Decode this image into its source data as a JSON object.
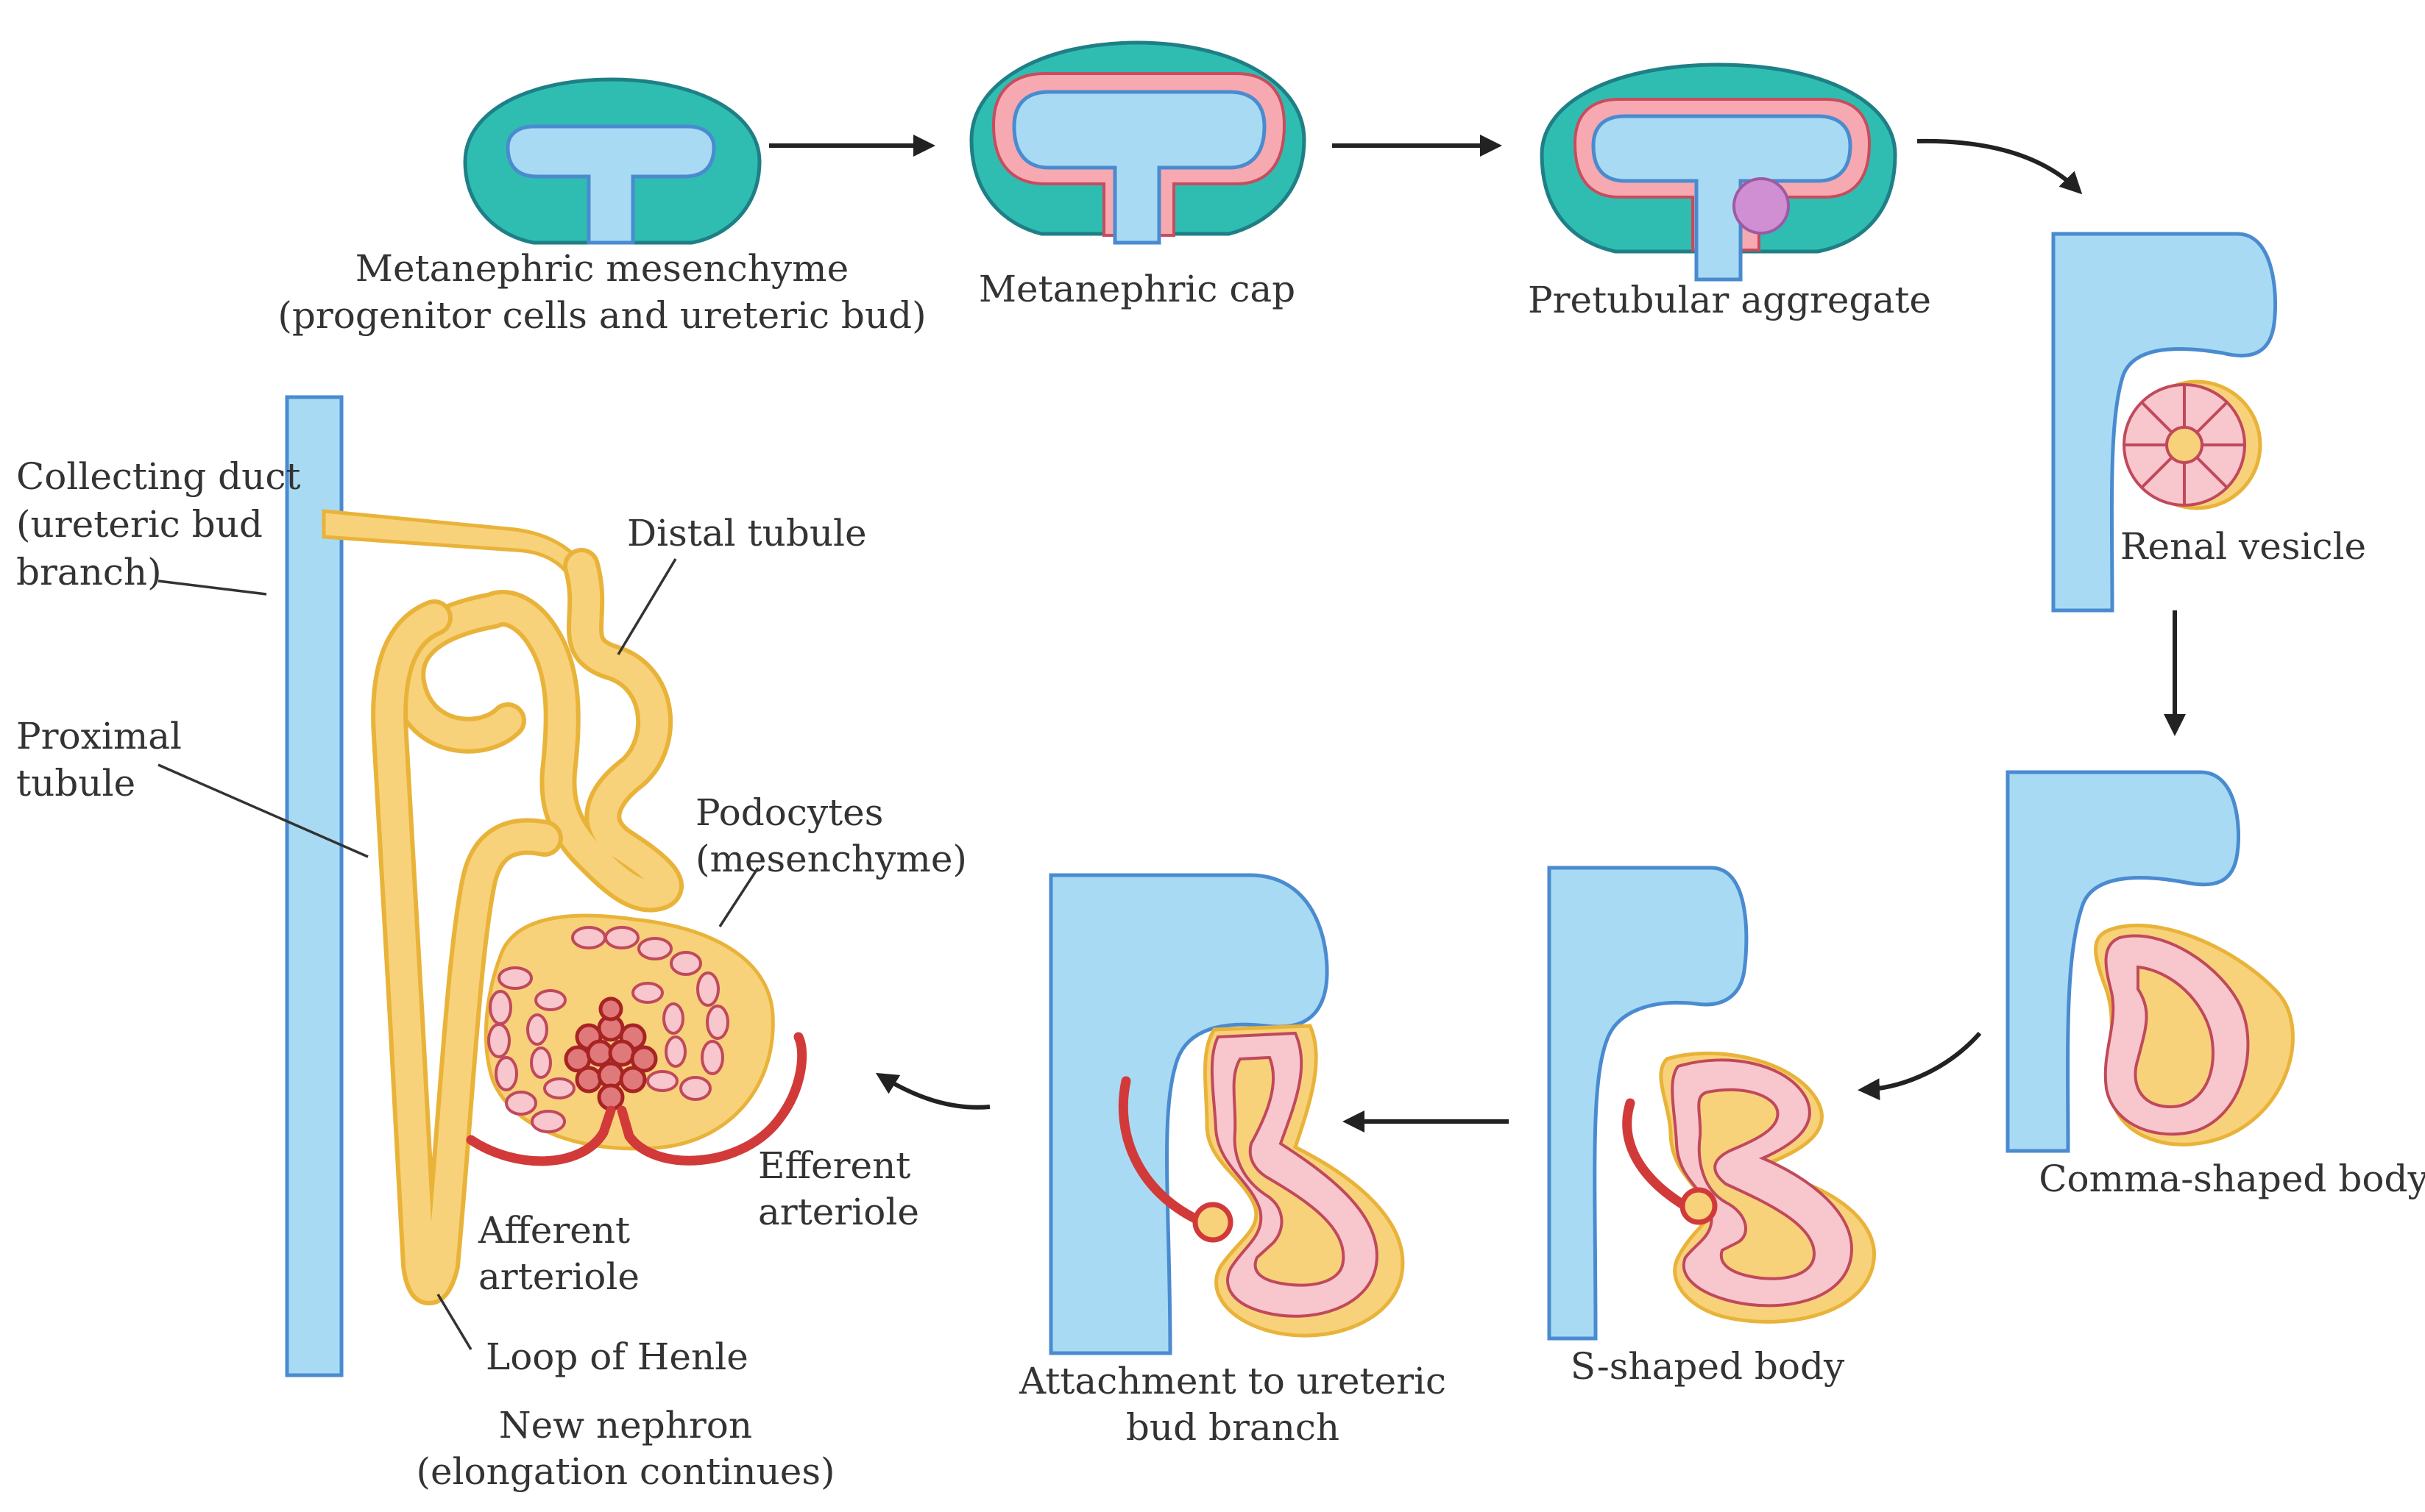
{
  "colors": {
    "mesenchyme": "#2fbdb2",
    "cap": "#f6a9b0",
    "ureteric_bud": "#a8dbf3",
    "tubule": "#f8d27a",
    "cells": "#f8c6cd",
    "vessels": "#d23a3a",
    "aggregate": "#cf8fd2"
  },
  "stages": {
    "mesenchyme": [
      "Metanephric mesenchyme",
      "(progenitor cells and ureteric bud)"
    ],
    "cap": "Metanephric cap",
    "aggregate": "Pretubular aggregate",
    "vesicle": "Renal vesicle",
    "comma": "Comma-shaped body",
    "s_shaped": "S-shaped body",
    "attachment": [
      "Attachment to ureteric",
      "bud branch"
    ],
    "nephron": [
      "New nephron",
      "(elongation continues)"
    ]
  },
  "nephron_parts": {
    "collecting_duct": [
      "Collecting duct",
      "(ureteric bud",
      "branch)"
    ],
    "distal": "Distal tubule",
    "proximal": [
      "Proximal",
      "tubule"
    ],
    "podocytes": [
      "Podocytes",
      "(mesenchyme)"
    ],
    "efferent": [
      "Efferent",
      "arteriole"
    ],
    "afferent": [
      "Afferent",
      "arteriole"
    ],
    "loop": "Loop of Henle"
  }
}
